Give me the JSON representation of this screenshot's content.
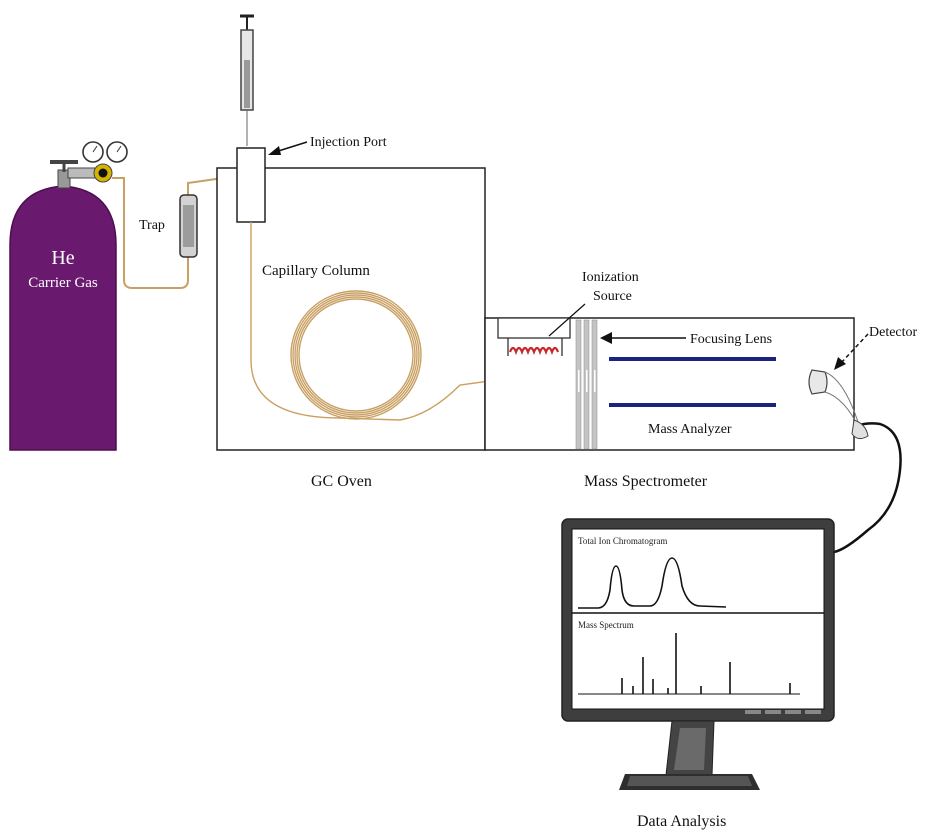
{
  "labels": {
    "injection_port": "Injection Port",
    "trap": "Trap",
    "he": "He",
    "carrier_gas": "Carrier Gas",
    "capillary_column": "Capillary Column",
    "gc_oven": "GC Oven",
    "ionization": "Ionization",
    "source": "Source",
    "focusing_lens": "Focusing Lens",
    "detector": "Detector",
    "mass_analyzer": "Mass Analyzer",
    "mass_spectrometer": "Mass Spectrometer",
    "data_analysis": "Data Analysis"
  },
  "screen": {
    "tic_title": "Total Ion Chromatogram",
    "ms_title": "Mass Spectrum"
  },
  "colors": {
    "cylinder": "#6a1a6e",
    "column": "#c9a063",
    "analyzer_rod": "#1a237e",
    "ion_coil": "#c62828",
    "regulator": "#d4b400"
  }
}
